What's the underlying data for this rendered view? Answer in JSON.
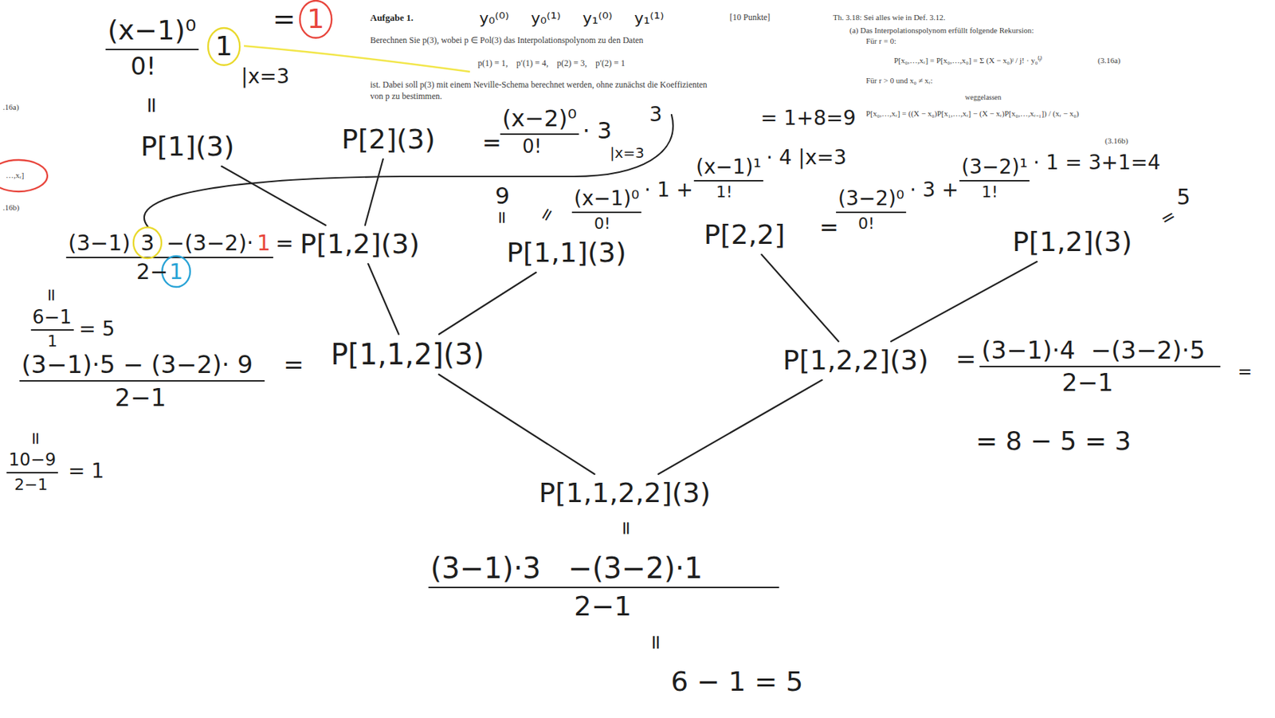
{
  "diagram": {
    "nodes": [
      {
        "text": [
          "P[1](3)"
        ]
      },
      {
        "text": [
          "P[2](3)"
        ]
      },
      {
        "text": [
          "P[1,2](3)"
        ]
      },
      {
        "text": [
          "P[1,1](3)"
        ]
      },
      {
        "text": [
          "P[2,2]"
        ]
      },
      {
        "text": [
          "P[1,2](3)"
        ]
      },
      {
        "text": [
          "P[1,1,2](3)"
        ]
      },
      {
        "text": [
          "P[1,2,2](3)"
        ]
      },
      {
        "text": [
          "P[1,1,2,2](3)"
        ]
      }
    ],
    "edges": [
      {
        "from": 0,
        "to": 2,
        "arrow": "none"
      },
      {
        "from": 1,
        "to": 2,
        "arrow": "none"
      },
      {
        "from": 2,
        "to": 6,
        "arrow": "none"
      },
      {
        "from": 3,
        "to": 6,
        "arrow": "none"
      },
      {
        "from": 4,
        "to": 7,
        "arrow": "none"
      },
      {
        "from": 5,
        "to": 7,
        "arrow": "none"
      },
      {
        "from": 6,
        "to": 8,
        "arrow": "none"
      },
      {
        "from": 7,
        "to": 8,
        "arrow": "none"
      }
    ],
    "labels": [
      "Aufgabe 1.",
      "[10 Punkte]",
      "Berechnen Sie p(3), wobei p ∈ Pol(3) das Interpolationspolynom zu den Daten",
      "p(1) = 1,    p′(1) = 4,    p(2) = 3,    p′(2) = 1",
      "ist. Dabei soll p(3) mit einem Neville-Schema berechnet werden, ohne zunächst die Koeffizienten",
      "von p zu bestimmen.",
      "Th. 3.18: Sei alles wie in Def. 3.12.",
      "(a) Das Interpolationspolynom erfüllt folgende Rekursion:",
      "Für r = 0:",
      "P[x₀,…,xᵣ] = P[x₀,…,x₀] = Σ (X − x₀)ʲ / j! · y₀⁽ʲ⁾",
      "(3.16a)",
      "Für r > 0 und x₀ ≠ xᵣ:",
      "weggelassen",
      "P[x₀,…,xᵣ] = ((X − x₀)P[x₁,…,xᵣ] − (X − xᵣ)P[x₀,…,xᵣ₋₁]) / (xᵣ − x₀)",
      "(3.16b)",
      ".16a)",
      "…,xᵣ]",
      ".16b)",
      "y₀⁽⁰⁾",
      "y₀⁽¹⁾",
      "y₁⁽⁰⁾",
      "y₁⁽¹⁾",
      "(x−1)⁰",
      "0!",
      "1",
      "|x=3",
      "=",
      "1",
      "=",
      "=",
      "(x−2)⁰",
      "0!",
      "· 3",
      "|x=3",
      "3",
      "(3−1)",
      "3",
      "−(3−2)·",
      "1",
      "2−",
      "1",
      "=",
      "=",
      "6−1",
      "1",
      "= 5",
      "9",
      "=",
      "=",
      "(x−1)⁰",
      "0!",
      "· 1 +",
      "(x−1)¹",
      "1!",
      "· 4 |x=3",
      "= 1+8=9",
      "=",
      "(3−2)⁰",
      "0!",
      "· 3 +",
      "(3−2)¹",
      "1!",
      "· 1 = 3+1=4",
      "=",
      "5",
      "(3−1)·5 − (3−2)· 9",
      "2−1",
      "=",
      "=",
      "10−9",
      "2−1",
      "= 1",
      "=",
      "(3−1)·4  −(3−2)·5",
      "2−1",
      "=",
      "= 8 − 5 = 3",
      "=",
      "(3−1)·3   −(3−2)·1",
      "2−1",
      "=",
      "6 − 1 = 5"
    ]
  }
}
